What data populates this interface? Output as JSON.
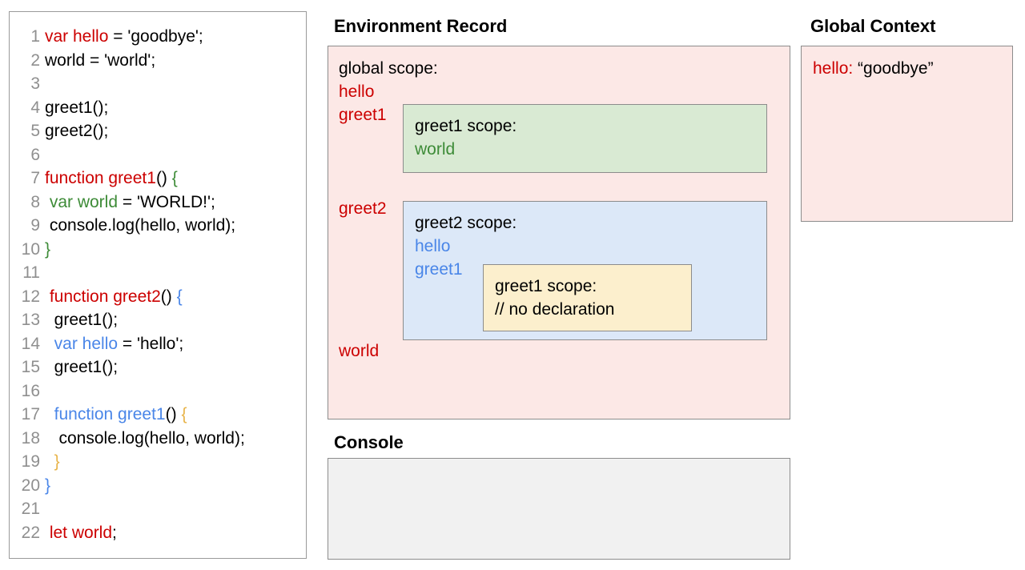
{
  "code_panel": {
    "lines": [
      {
        "n": "1",
        "tokens": [
          {
            "t": "var hello",
            "c": "red"
          },
          {
            "t": " = 'goodbye';",
            "c": "black"
          }
        ]
      },
      {
        "n": "2",
        "tokens": [
          {
            "t": "world = 'world';",
            "c": "black"
          }
        ]
      },
      {
        "n": "3",
        "tokens": [
          {
            "t": "",
            "c": "black"
          }
        ]
      },
      {
        "n": "4",
        "tokens": [
          {
            "t": "greet1();",
            "c": "black"
          }
        ]
      },
      {
        "n": "5",
        "tokens": [
          {
            "t": "greet2();",
            "c": "black"
          }
        ]
      },
      {
        "n": "6",
        "tokens": [
          {
            "t": "",
            "c": "black"
          }
        ]
      },
      {
        "n": "7",
        "tokens": [
          {
            "t": "function greet1",
            "c": "red"
          },
          {
            "t": "() ",
            "c": "black"
          },
          {
            "t": "{",
            "c": "green"
          }
        ]
      },
      {
        "n": "8",
        "tokens": [
          {
            "t": " var world",
            "c": "green"
          },
          {
            "t": " = 'WORLD!';",
            "c": "black"
          }
        ]
      },
      {
        "n": "9",
        "tokens": [
          {
            "t": " console.log(hello, world);",
            "c": "black"
          }
        ]
      },
      {
        "n": "10",
        "tokens": [
          {
            "t": "}",
            "c": "green"
          }
        ]
      },
      {
        "n": "11",
        "tokens": [
          {
            "t": "",
            "c": "black"
          }
        ]
      },
      {
        "n": "12",
        "tokens": [
          {
            "t": " function greet2",
            "c": "red"
          },
          {
            "t": "() ",
            "c": "black"
          },
          {
            "t": "{",
            "c": "blue"
          }
        ]
      },
      {
        "n": "13",
        "tokens": [
          {
            "t": "  greet1();",
            "c": "black"
          }
        ]
      },
      {
        "n": "14",
        "tokens": [
          {
            "t": "  var hello",
            "c": "blue"
          },
          {
            "t": " = 'hello';",
            "c": "black"
          }
        ]
      },
      {
        "n": "15",
        "tokens": [
          {
            "t": "  greet1();",
            "c": "black"
          }
        ]
      },
      {
        "n": "16",
        "tokens": [
          {
            "t": "",
            "c": "black"
          }
        ]
      },
      {
        "n": "17",
        "tokens": [
          {
            "t": "  function greet1",
            "c": "blue"
          },
          {
            "t": "() ",
            "c": "black"
          },
          {
            "t": "{",
            "c": "orange"
          }
        ]
      },
      {
        "n": "18",
        "tokens": [
          {
            "t": "   console.log(hello, world);",
            "c": "black"
          }
        ]
      },
      {
        "n": "19",
        "tokens": [
          {
            "t": "  }",
            "c": "orange"
          }
        ]
      },
      {
        "n": "20",
        "tokens": [
          {
            "t": "}",
            "c": "blue"
          }
        ]
      },
      {
        "n": "21",
        "tokens": [
          {
            "t": "",
            "c": "black"
          }
        ]
      },
      {
        "n": "22",
        "tokens": [
          {
            "t": " let world",
            "c": "red"
          },
          {
            "t": ";",
            "c": "black"
          }
        ]
      }
    ]
  },
  "environment_record": {
    "heading": "Environment Record",
    "global_scope": {
      "title": "global scope:",
      "bindings": [
        "hello",
        "greet1",
        "greet2",
        "world"
      ]
    },
    "greet1_scope": {
      "title": "greet1 scope:",
      "bindings": [
        "world"
      ]
    },
    "greet2_scope": {
      "title": "greet2 scope:",
      "bindings": [
        "hello",
        "greet1"
      ]
    },
    "greet1_inner_scope": {
      "title": "greet1 scope:",
      "note": "// no declaration"
    }
  },
  "console": {
    "heading": "Console",
    "output": ""
  },
  "global_context": {
    "heading": "Global Context",
    "entries": [
      {
        "key": "hello:",
        "value": "“goodbye”"
      }
    ]
  },
  "colors": {
    "red": "#cc0000",
    "green": "#3d8b37",
    "blue": "#4a86e8",
    "orange": "#e8b44a",
    "pink_bg": "#fce8e6",
    "green_bg": "#d9ead3",
    "blue_bg": "#dce8f8",
    "yellow_bg": "#fcefcd",
    "console_bg": "#f1f1f1",
    "border": "#8c8c8c",
    "line_number": "#8f8f8f"
  }
}
